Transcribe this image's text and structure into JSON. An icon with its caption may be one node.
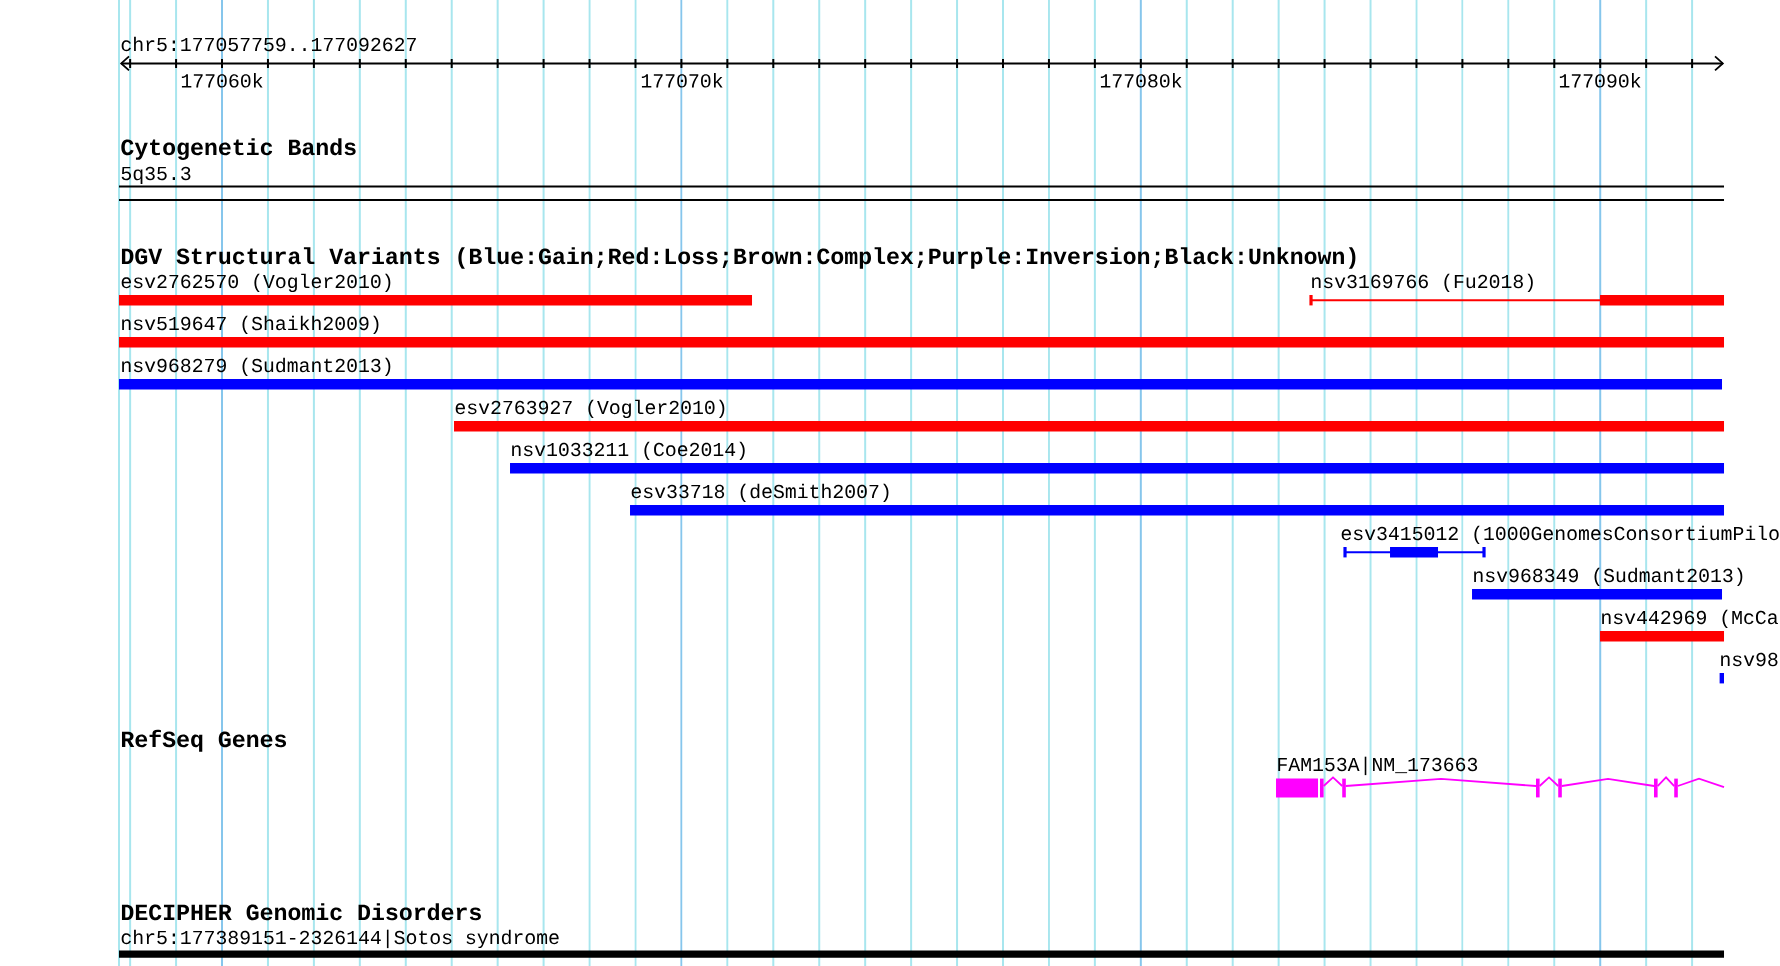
{
  "diagram": {
    "nodes": [
      {
        "text": [
          "5q35.3"
        ]
      },
      {
        "text": [
          "esv2762570 (Vogler2010)"
        ]
      },
      {
        "text": [
          "nsv3169766 (Fu2018)"
        ]
      },
      {
        "text": [
          "nsv519647 (Shaikh2009)"
        ]
      },
      {
        "text": [
          "nsv968279 (Sudmant2013)"
        ]
      },
      {
        "text": [
          "esv2763927 (Vogler2010)"
        ]
      },
      {
        "text": [
          "nsv1033211 (Coe2014)"
        ]
      },
      {
        "text": [
          "esv33718 (deSmith2007)"
        ]
      },
      {
        "text": [
          "esv3415012 (1000GenomesConsortiumPilo"
        ]
      },
      {
        "text": [
          "nsv968349 (Sudmant2013)"
        ]
      },
      {
        "text": [
          "nsv442969 (McCa"
        ]
      },
      {
        "text": [
          "nsv98"
        ]
      },
      {
        "text": [
          "FAM153A|NM_173663"
        ]
      },
      {
        "text": [
          "chr5:177389151-2326144|Sotos syndrome"
        ]
      }
    ],
    "labels": [
      "chr5:177057759..177092627",
      "177060k",
      "177070k",
      "177080k",
      "177090k",
      "Cytogenetic Bands",
      "DGV Structural Variants (Blue:Gain;Red:Loss;Brown:Complex;Purple:Inversion;Black:Unknown)",
      "RefSeq Genes",
      "DECIPHER Genomic Disorders"
    ]
  }
}
